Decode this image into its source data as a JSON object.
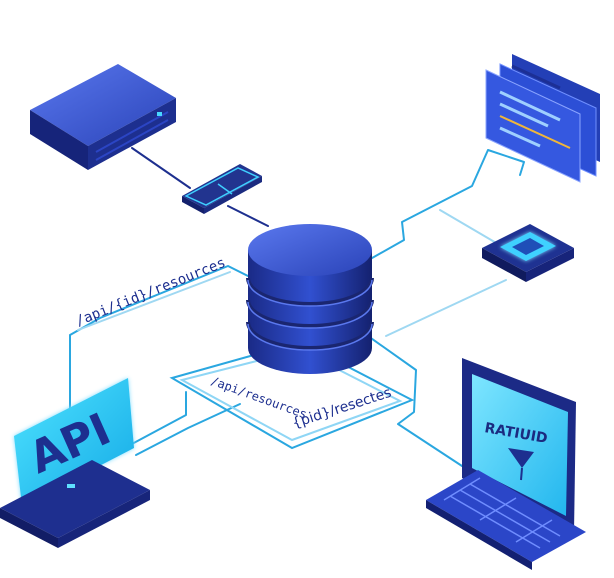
{
  "labels": {
    "path_upper": "/api/{id}/resources",
    "path_lower_left": "/api/resources",
    "path_lower_right": "{pid}/resectes",
    "api_tile": "API",
    "laptop_screen": "RATIUID"
  },
  "colors": {
    "navy": "#1d2f8f",
    "blue": "#2c4fd6",
    "cyan": "#1ec8f0",
    "line": "#2aa7e0",
    "light": "#bfe9fb"
  }
}
